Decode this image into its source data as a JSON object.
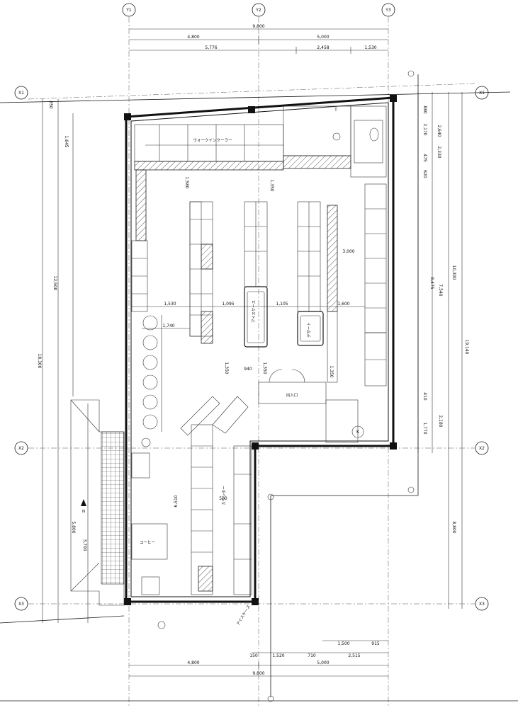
{
  "grid": {
    "columns": [
      "Y1",
      "Y2",
      "Y3"
    ],
    "rows": [
      "X1",
      "X2",
      "X3"
    ]
  },
  "dims_top": {
    "overall": "9,800",
    "row1": [
      "4,800",
      "5,000"
    ],
    "row2": [
      "5,776",
      "2,458",
      "1,530"
    ]
  },
  "dims_bottom": {
    "row1": [
      "1,500",
      "915"
    ],
    "row2": [
      "150",
      "1,520",
      "710",
      "2,515"
    ],
    "row3": [
      "4,800",
      "5,000"
    ],
    "overall": "9,800"
  },
  "dims_left": {
    "top": "850",
    "a": "1,645",
    "b": "12,500",
    "overall": "18,300",
    "c": "5,800",
    "d": "3,700"
  },
  "dims_right": {
    "a": "880",
    "b": "2,170",
    "c": "2,640",
    "d": "2,330",
    "e": "475",
    "f": "620",
    "g": "10,300",
    "h": "8,475",
    "i": "7,540",
    "overall": "19,140",
    "j": "410",
    "k": "2,180",
    "l": "1,770",
    "m": "8,800"
  },
  "dims_interior": {
    "aisle1": "1,530",
    "gondola1": "1,095",
    "aisle2": "1,105",
    "aisle3": "1,600",
    "front": "1,740",
    "top1": "1,580",
    "top2": "1,350",
    "right": "3,000",
    "counter1": "940",
    "counter2": "1,350",
    "counter3": "1,350",
    "counter4": "1,350",
    "inner": "500",
    "length": "6,510"
  },
  "labels": {
    "ice": "アイスケース",
    "ice2": "アイスケース",
    "dessert": "デザート",
    "coffee": "コーヒー",
    "counter": "カウンター",
    "drink_case": "ウォークインクーラー",
    "entrance": "出入口",
    "north": "N",
    "mark_t": "T",
    "mark_k": "K"
  }
}
